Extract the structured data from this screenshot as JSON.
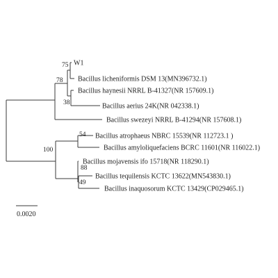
{
  "tree": {
    "leaves": [
      {
        "id": "w1",
        "label": "W1"
      },
      {
        "id": "licheniformis",
        "label": "Bacillus licheniformis  DSM 13(MN396732.1)"
      },
      {
        "id": "haynesii",
        "label": "Bacillus haynesii  NRRL B-41327(NR 157609.1)"
      },
      {
        "id": "aerius",
        "label": "Bacillus aerius  24K(NR 042338.1)"
      },
      {
        "id": "swezeyi",
        "label": "Bacillus swezeyi  NRRL B-41294(NR 157608.1)"
      },
      {
        "id": "atrophaeus",
        "label": "Bacillus atrophaeus  NBRC 15539(NR 112723.1 )"
      },
      {
        "id": "amyloliquefaciens",
        "label": "Bacillus amyloliquefaciens  BCRC 11601(NR 116022.1)"
      },
      {
        "id": "mojavensis",
        "label": "Bacillus mojavensis ifo 15718(NR 118290.1)"
      },
      {
        "id": "tequilensis",
        "label": "Bacillus tequilensis  KCTC 13622(MN543830.1)"
      },
      {
        "id": "inaquosorum",
        "label": "Bacillus inaquosorum  KCTC 13429(CP029465.1)"
      }
    ],
    "bootstrap": [
      {
        "id": "b75",
        "value": "75"
      },
      {
        "id": "b78",
        "value": "78"
      },
      {
        "id": "b38",
        "value": "38"
      },
      {
        "id": "b54",
        "value": "54"
      },
      {
        "id": "b100",
        "value": "100"
      },
      {
        "id": "b88",
        "value": "88"
      },
      {
        "id": "b49",
        "value": "49"
      }
    ],
    "scale_bar": {
      "label": "0.0020"
    },
    "colors": {
      "line": "#3a3a3a",
      "text": "#222222",
      "background": "#ffffff"
    }
  }
}
